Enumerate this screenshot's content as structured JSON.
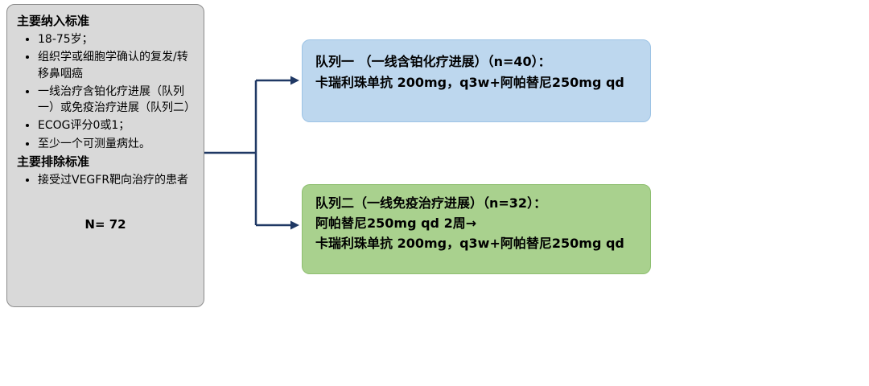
{
  "criteria": {
    "inclusion_header": "主要纳入标准",
    "inclusion_items": [
      "18-75岁；",
      "组织学或细胞学确认的复发/转移鼻咽癌",
      "一线治疗含铂化疗进展（队列一）或免疫治疗进展（队列二）",
      "ECOG评分0或1；",
      "至少一个可测量病灶。"
    ],
    "exclusion_header": "主要排除标准",
    "exclusion_items": [
      "接受过VEGFR靶向治疗的患者"
    ],
    "total": "N= 72"
  },
  "cohort1": {
    "title": "队列一 （一线含铂化疗进展）（n=40）：",
    "regimen": "卡瑞利珠单抗 200mg，q3w+阿帕替尼250mg qd"
  },
  "cohort2": {
    "title": "队列二（一线免疫治疗进展）（n=32）：",
    "lead_in": "阿帕替尼250mg qd 2周→",
    "regimen": "卡瑞利珠单抗 200mg，q3w+阿帕替尼250mg qd"
  },
  "colors": {
    "arrow": "#1f3864",
    "criteria_box_fill": "#d9d9d9",
    "cohort1_box_fill": "#bdd7ee",
    "cohort2_box_fill": "#a9d18e"
  }
}
